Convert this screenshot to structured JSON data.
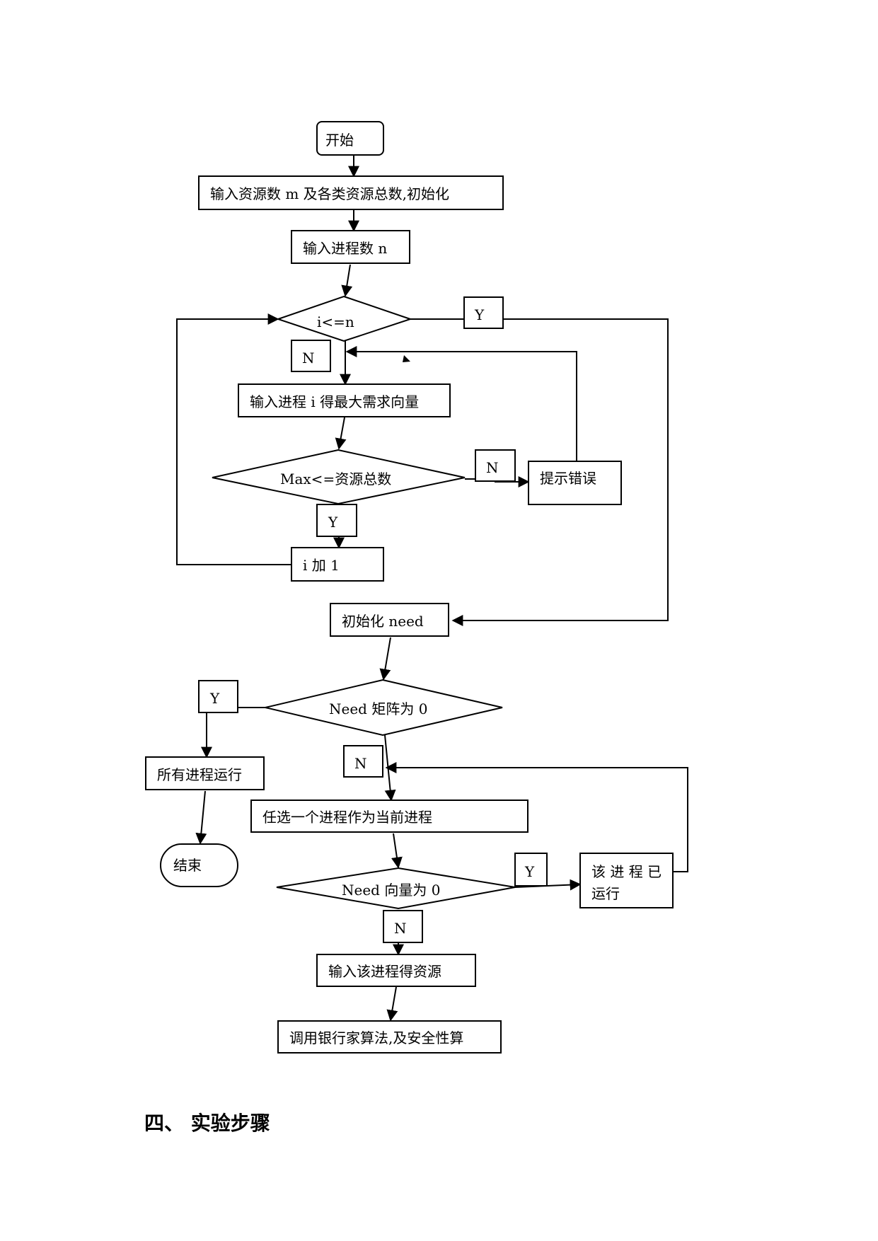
{
  "flowchart": {
    "start": "开始",
    "input_resources": "输入资源数 m 及各类资源总数,初始化",
    "input_processes": "输入进程数 n",
    "cond_i_le_n": "i<=n",
    "input_max": "输入进程 i 得最大需求向量",
    "cond_max": "Max<=资源总数",
    "error_prompt": "提示错误",
    "increment_i": "i 加 1",
    "init_need": "初始化 need",
    "cond_need_matrix": "Need 矩阵为 0",
    "all_run": "所有进程运行",
    "end": "结束",
    "choose_process": "任选一个进程作为当前进程",
    "cond_need_vector": "Need 向量为 0",
    "process_ran_line1": "该 进 程 已",
    "process_ran_line2": "运行",
    "input_process_resources": "输入该进程得资源",
    "call_banker": "调用银行家算法,及安全性算",
    "labels": {
      "yes": "Y",
      "no": "N"
    }
  },
  "section_heading": "四、 实验步骤"
}
